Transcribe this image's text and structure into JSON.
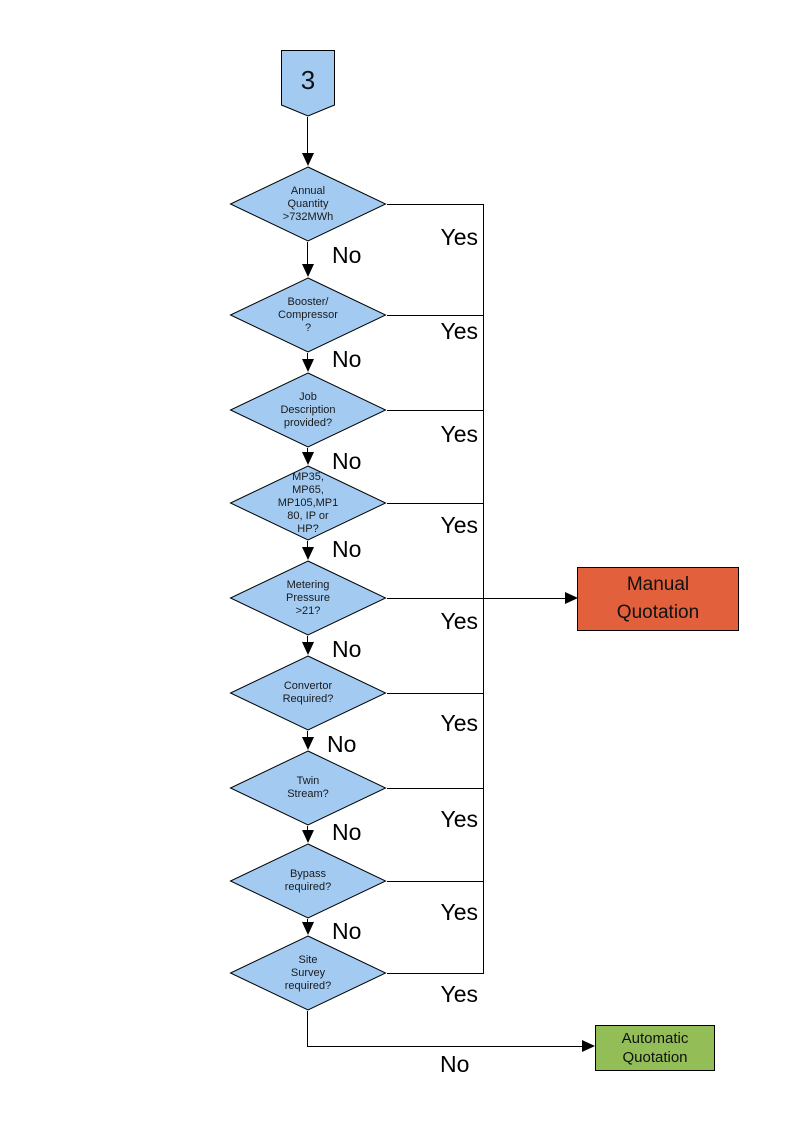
{
  "connector": {
    "label": "3"
  },
  "nodes": [
    {
      "label": "Annual\nQuantity\n>732MWh",
      "yes": "Yes",
      "no": "No"
    },
    {
      "label": "Booster/\nCompressor\n?",
      "yes": "Yes",
      "no": "No"
    },
    {
      "label": "Job\nDescription\nprovided?",
      "yes": "Yes",
      "no": "No"
    },
    {
      "label": "MP35,\nMP65,\nMP105,MP1\n80, IP or\nHP?",
      "yes": "Yes",
      "no": "No"
    },
    {
      "label": "Metering\nPressure\n>21?",
      "yes": "Yes",
      "no": "No"
    },
    {
      "label": "Convertor\nRequired?",
      "yes": "Yes",
      "no": "No"
    },
    {
      "label": "Twin\nStream?",
      "yes": "Yes",
      "no": "No"
    },
    {
      "label": "Bypass\nrequired?",
      "yes": "Yes",
      "no": "No"
    },
    {
      "label": "Site\nSurvey\nrequired?",
      "yes": "Yes",
      "no": "No"
    }
  ],
  "terminals": {
    "manual": {
      "label": "Manual\nQuotation",
      "color": "#E2603C"
    },
    "automatic": {
      "label": "Automatic\nQuotation",
      "color": "#92BD57"
    }
  },
  "colors": {
    "decision_fill": "#A3CBF2",
    "connector_fill": "#A3CBF2",
    "outline": "#000000",
    "page_background": "#FFFFFF"
  }
}
